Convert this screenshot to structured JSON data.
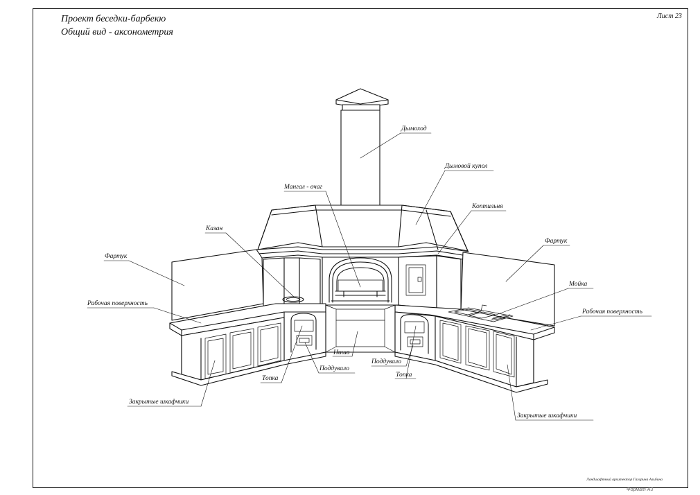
{
  "sheet": {
    "title_line1": "Проект беседки-барбекю",
    "title_line2": "Общий вид - аксонометрия",
    "sheet_number": "Лист 23",
    "author": "Ландшафтный архитектор Гагарина Альбина",
    "format": "Формат А3"
  },
  "labels": {
    "chimney": "Дымоход",
    "smoke_hood": "Дымовой купол",
    "grill_hearth": "Мангал - очаг",
    "smokehouse": "Коптильня",
    "kazan": "Казан",
    "apron_left": "Фартук",
    "apron_right": "Фартук",
    "sink": "Мойка",
    "worktop_left": "Рабочая поверхность",
    "worktop_right": "Рабочая поверхность",
    "niche": "Ниша",
    "ash_pit_left": "Поддувало",
    "ash_pit_right": "Поддувало",
    "firebox_left": "Топка",
    "firebox_right": "Топка",
    "cabinets_left": "Закрытые шкафчики",
    "cabinets_right": "Закрытые шкафчики"
  }
}
